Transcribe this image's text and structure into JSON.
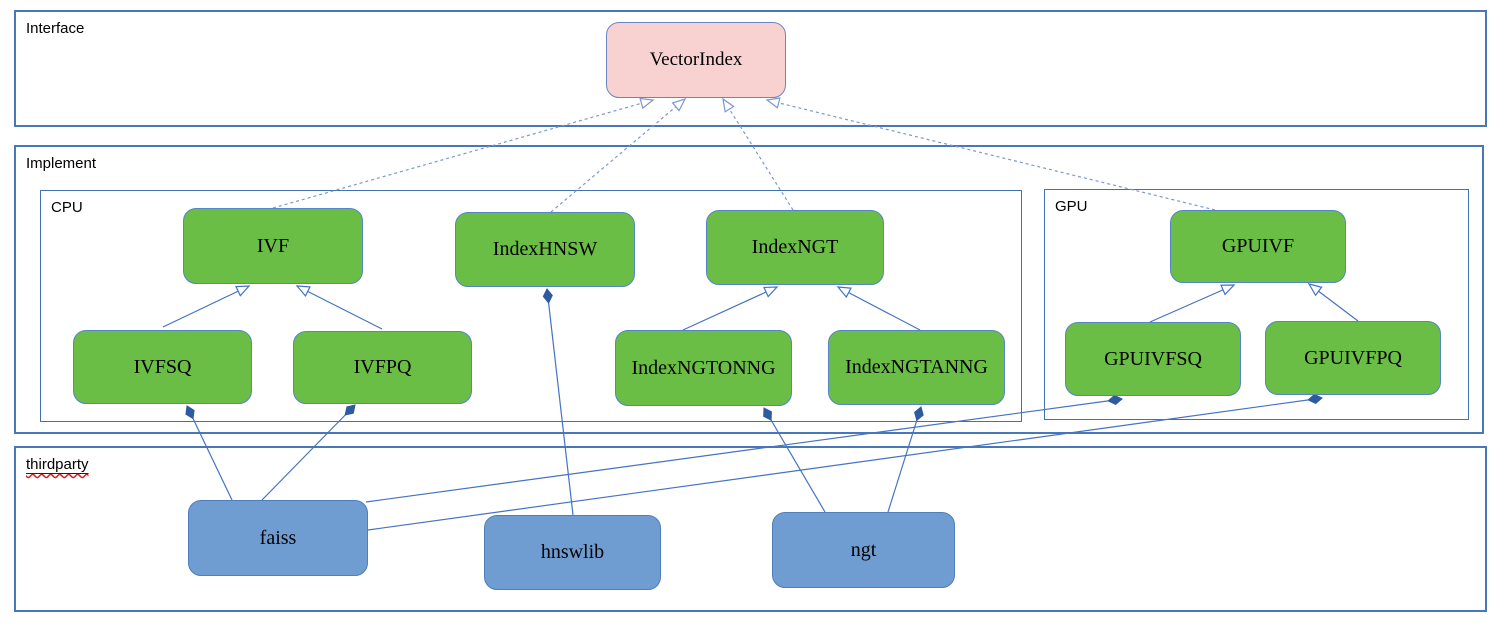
{
  "containers": {
    "interface": {
      "label": "Interface"
    },
    "implement": {
      "label": "Implement"
    },
    "cpu": {
      "label": "CPU"
    },
    "gpu": {
      "label": "GPU"
    },
    "thirdparty": {
      "label": "thirdparty"
    }
  },
  "nodes": {
    "vectorindex": {
      "label": "VectorIndex",
      "kind": "interface"
    },
    "ivf": {
      "label": "IVF",
      "kind": "cpu-class"
    },
    "indexhnsw": {
      "label": "IndexHNSW",
      "kind": "cpu-class"
    },
    "indexngt": {
      "label": "IndexNGT",
      "kind": "cpu-class"
    },
    "ivfsq": {
      "label": "IVFSQ",
      "kind": "cpu-class"
    },
    "ivfpq": {
      "label": "IVFPQ",
      "kind": "cpu-class"
    },
    "indexngtonng": {
      "label": "IndexNGTONNG",
      "kind": "cpu-class"
    },
    "indexngtanng": {
      "label": "IndexNGTANNG",
      "kind": "cpu-class"
    },
    "gpuivf": {
      "label": "GPUIVF",
      "kind": "gpu-class"
    },
    "gpuivfsq": {
      "label": "GPUIVFSQ",
      "kind": "gpu-class"
    },
    "gpuivfpq": {
      "label": "GPUIVFPQ",
      "kind": "gpu-class"
    },
    "faiss": {
      "label": "faiss",
      "kind": "thirdparty-lib"
    },
    "hnswlib": {
      "label": "hnswlib",
      "kind": "thirdparty-lib"
    },
    "ngt": {
      "label": "ngt",
      "kind": "thirdparty-lib"
    }
  },
  "edges": [
    {
      "from": "ivf",
      "to": "vectorindex",
      "type": "realization"
    },
    {
      "from": "indexhnsw",
      "to": "vectorindex",
      "type": "realization"
    },
    {
      "from": "indexngt",
      "to": "vectorindex",
      "type": "realization"
    },
    {
      "from": "gpuivf",
      "to": "vectorindex",
      "type": "realization"
    },
    {
      "from": "ivfsq",
      "to": "ivf",
      "type": "inheritance"
    },
    {
      "from": "ivfpq",
      "to": "ivf",
      "type": "inheritance"
    },
    {
      "from": "indexngtonng",
      "to": "indexngt",
      "type": "inheritance"
    },
    {
      "from": "indexngtanng",
      "to": "indexngt",
      "type": "inheritance"
    },
    {
      "from": "gpuivfsq",
      "to": "gpuivf",
      "type": "inheritance"
    },
    {
      "from": "gpuivfpq",
      "to": "gpuivf",
      "type": "inheritance"
    },
    {
      "from": "faiss",
      "to": "ivfsq",
      "type": "composition"
    },
    {
      "from": "faiss",
      "to": "ivfpq",
      "type": "composition"
    },
    {
      "from": "faiss",
      "to": "gpuivfsq",
      "type": "composition"
    },
    {
      "from": "faiss",
      "to": "gpuivfpq",
      "type": "composition"
    },
    {
      "from": "hnswlib",
      "to": "indexhnsw",
      "type": "composition"
    },
    {
      "from": "ngt",
      "to": "indexngtonng",
      "type": "composition"
    },
    {
      "from": "ngt",
      "to": "indexngtanng",
      "type": "composition"
    }
  ],
  "colors": {
    "class_fill": "#6abd45",
    "class_border": "#5585c5",
    "interface_fill": "#f8d2d0",
    "interface_border": "#6b84c0",
    "thirdparty_fill": "#6f9dd2",
    "thirdparty_border": "#4f7dbd",
    "container_border": "#4878b8",
    "solid_line": "#4472c4",
    "dashed_line": "#7b97cf",
    "diamond_fill": "#2e5b9f",
    "spellcheck_underline": "#cc2222"
  }
}
